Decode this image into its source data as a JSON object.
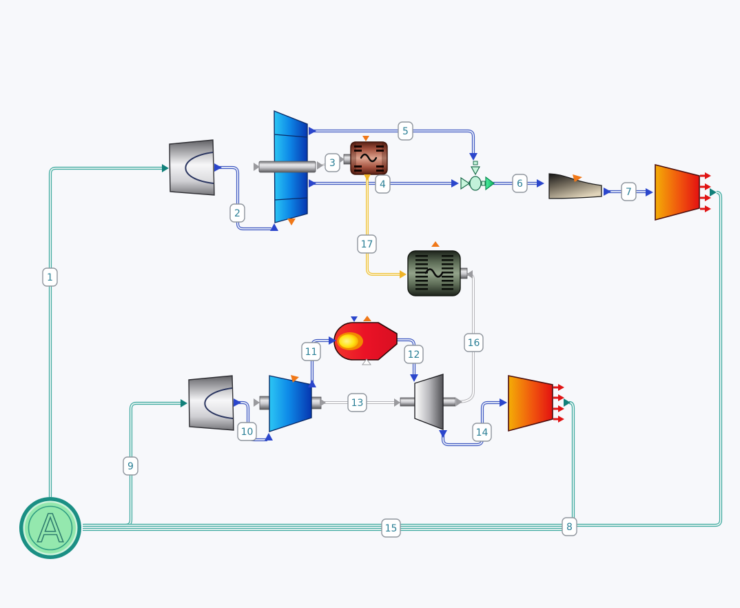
{
  "app": {
    "type": "process-flow-diagram",
    "background": "#f7f8fb",
    "ambient_symbol": "A"
  },
  "colors": {
    "air_stream": "#4059c0",
    "ambient_stream": "#3aa79d",
    "shaft_stream": "#b4b4b8",
    "electrical_stream": "#eec23a",
    "label_text": "#2a7f96",
    "component_marker": "#f07818",
    "exhaust_arrows": "#e01414",
    "merge_outlet": "#18d878",
    "fan_compressor": "#0e8ae8",
    "exhaust_body": "#f0550e",
    "combustor_body": "#ea1226",
    "motor_body": "#a5523f",
    "generator_body": "#5d6c56",
    "ambient_circle": "#94e8ae",
    "ambient_ring": "#1b8f84"
  },
  "components": [
    {
      "name": "ambient-source",
      "symbol": "A"
    },
    {
      "name": "intake-upper"
    },
    {
      "name": "fan"
    },
    {
      "name": "electric-motor",
      "symbol": "~"
    },
    {
      "name": "merge"
    },
    {
      "name": "nozzle"
    },
    {
      "name": "exhaust-upper"
    },
    {
      "name": "generator",
      "symbol": "~"
    },
    {
      "name": "intake-lower"
    },
    {
      "name": "compressor"
    },
    {
      "name": "combustion-chamber"
    },
    {
      "name": "turbine"
    },
    {
      "name": "exhaust-lower"
    }
  ],
  "connections": [
    {
      "label": "1",
      "type": "ambient"
    },
    {
      "label": "2",
      "type": "air"
    },
    {
      "label": "3",
      "type": "shaft"
    },
    {
      "label": "4",
      "type": "air"
    },
    {
      "label": "5",
      "type": "air"
    },
    {
      "label": "6",
      "type": "air"
    },
    {
      "label": "7",
      "type": "air"
    },
    {
      "label": "8",
      "type": "ambient"
    },
    {
      "label": "9",
      "type": "ambient"
    },
    {
      "label": "10",
      "type": "air"
    },
    {
      "label": "11",
      "type": "air"
    },
    {
      "label": "12",
      "type": "air"
    },
    {
      "label": "13",
      "type": "shaft"
    },
    {
      "label": "14",
      "type": "air"
    },
    {
      "label": "15",
      "type": "ambient"
    },
    {
      "label": "16",
      "type": "shaft"
    },
    {
      "label": "17",
      "type": "electrical"
    }
  ]
}
